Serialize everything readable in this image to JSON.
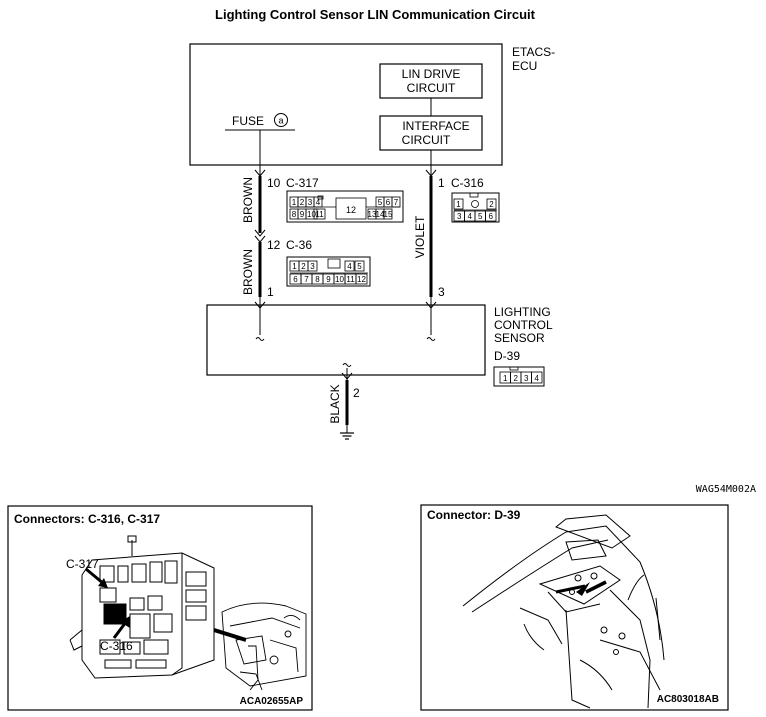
{
  "title": "Lighting Control Sensor LIN Communication Circuit",
  "etacs": {
    "line1": "ETACS-",
    "line2": "ECU"
  },
  "lin_drive": {
    "line1": "LIN DRIVE",
    "line2": "CIRCUIT"
  },
  "interface": {
    "line1": "INTERFACE",
    "line2": "CIRCUIT"
  },
  "fuse": {
    "label": "FUSE",
    "marker": "a"
  },
  "sensor": {
    "line1": "LIGHTING",
    "line2": "CONTROL",
    "line3": "SENSOR",
    "connector": "D-39"
  },
  "wires": {
    "left_pin_top": "10",
    "left_conn_top": "C-317",
    "left_pin_mid": "12",
    "left_conn_mid": "C-36",
    "left_pin_bottom": "1",
    "left_color_top": "BROWN",
    "left_color_bottom": "BROWN",
    "right_pin_top": "1",
    "right_conn_top": "C-316",
    "right_pin_bottom": "3",
    "right_color": "VIOLET",
    "ground_pin": "2",
    "ground_color": "BLACK"
  },
  "connector_c317": {
    "row1": [
      "1",
      "2",
      "3",
      "4",
      "5",
      "6",
      "7"
    ],
    "center": "12",
    "row2": [
      "8",
      "9",
      "10",
      "11",
      "13",
      "14",
      "15"
    ]
  },
  "connector_c316": {
    "row1": [
      "1",
      "2"
    ],
    "row2": [
      "3",
      "4",
      "5",
      "6"
    ]
  },
  "connector_c36": {
    "row1": [
      "1",
      "2",
      "3",
      "4",
      "5"
    ],
    "row2": [
      "6",
      "7",
      "8",
      "9",
      "10",
      "11",
      "12"
    ]
  },
  "connector_d39": {
    "pins": [
      "1",
      "2",
      "3",
      "4"
    ]
  },
  "diagram_code": "WAG54M002A",
  "panel_left": {
    "title": "Connectors: C-316, C-317",
    "c317": "C-317",
    "c316": "C-316",
    "code": "ACA02655AP"
  },
  "panel_right": {
    "title": "Connector: D-39",
    "code": "AC803018AB"
  }
}
